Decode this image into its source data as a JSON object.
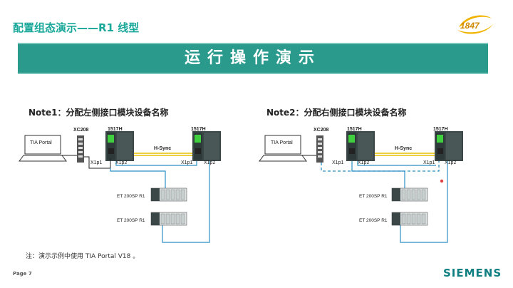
{
  "header": {
    "title": "配置组态演示——R1 线型",
    "logo_text": "1847"
  },
  "banner": {
    "text": "运行操作演示"
  },
  "notes": [
    {
      "title": "Note1：分配左侧接口模块设备名称",
      "labels": {
        "portal": "TIA Portal",
        "switch": "XC208",
        "cpu_a": "1517H",
        "cpu_b": "1517H",
        "hsync": "H-Sync",
        "a_p1": "X1p1",
        "a_p2": "X1p2",
        "b_p1": "X1p1",
        "b_p2": "X1p2",
        "et1": "ET 200SP R1",
        "et2": "ET 200SP R1"
      }
    },
    {
      "title": "Note2：分配右侧接口模块设备名称",
      "labels": {
        "portal": "TIA Portal",
        "switch": "XC208",
        "cpu_a": "1517H",
        "cpu_b": "1517H",
        "hsync": "H-Sync",
        "a_p1": "X1p1",
        "a_p2": "X1p2",
        "b_p1": "X1p1",
        "b_p2": "X1p2",
        "et1": "ET 200SP R1",
        "et2": "ET 200SP R1"
      }
    }
  ],
  "footnote": "注：演示示例中使用 TIA Portal V18 。",
  "footer": {
    "page": "Page 7",
    "brand": "SIEMENS"
  },
  "colors": {
    "accent": "#1aa89b",
    "banner": "#2a9a8c",
    "link": "#2b8fc4",
    "hsync": "#e6c000",
    "cpu": "#3a4a4a"
  }
}
